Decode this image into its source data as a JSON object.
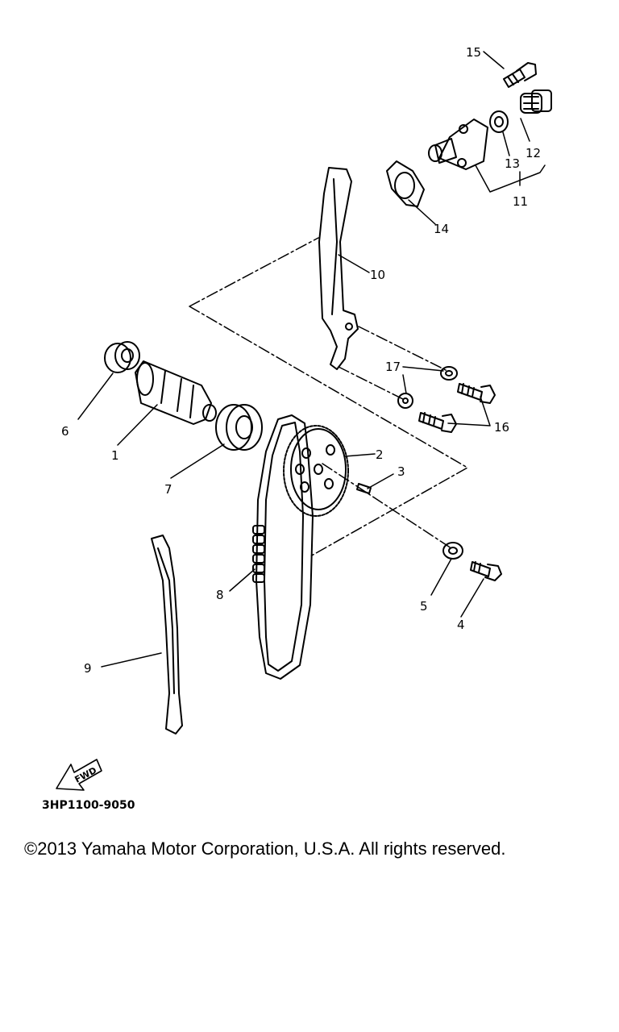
{
  "diagram": {
    "part_code": "3HP1100-9050",
    "fwd_label": "FWD",
    "callouts": {
      "c1": "1",
      "c2": "2",
      "c3": "3",
      "c4": "4",
      "c5": "5",
      "c6": "6",
      "c7": "7",
      "c8": "8",
      "c9": "9",
      "c10": "10",
      "c11": "11",
      "c12": "12",
      "c13": "13",
      "c14": "14",
      "c15": "15",
      "c16": "16",
      "c17": "17"
    }
  },
  "footer": {
    "copyright": "©2013 Yamaha Motor Corporation, U.S.A. All rights reserved."
  }
}
